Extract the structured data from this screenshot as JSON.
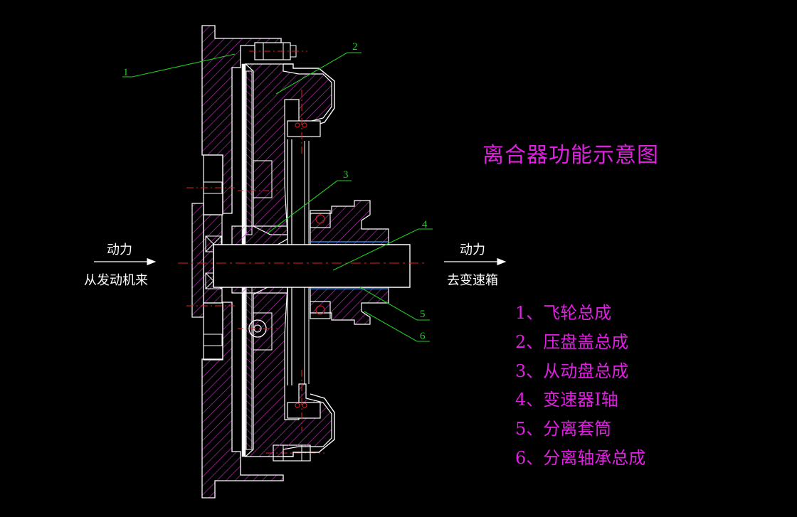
{
  "title": "离合器功能示意图",
  "input_flow": {
    "top": "动力",
    "bottom": "从发动机来"
  },
  "output_flow": {
    "top": "动力",
    "bottom": "去变速箱"
  },
  "callouts": [
    "1",
    "2",
    "3",
    "4",
    "5",
    "6"
  ],
  "legend": [
    "1、飞轮总成",
    "2、压盘盖总成",
    "3、从动盘总成",
    "4、变速器I轴",
    "5、分离套筒",
    "6、分离轴承总成"
  ],
  "colors": {
    "background": "#000000",
    "outline": "#ffffff",
    "hatch": "#c030c0",
    "leader": "#20d020",
    "centerline": "#e02020",
    "text_accent": "#e020e0"
  }
}
